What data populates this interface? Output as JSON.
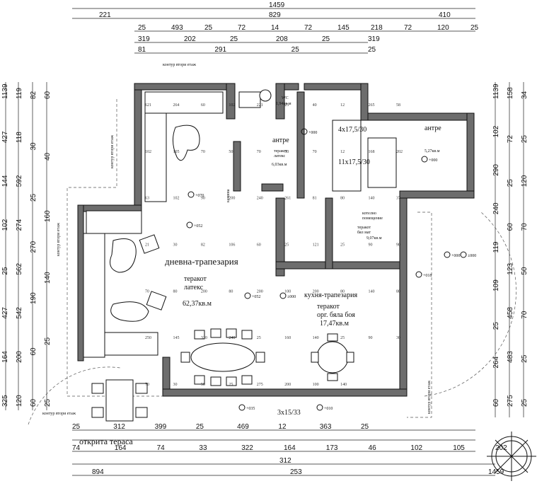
{
  "rooms": {
    "living": "дневна-трапезария",
    "living_floor": "теракот\nлатекс",
    "living_area": "62,37кв.м",
    "kitchen": "кухня-трапезария",
    "kitchen_floor": "теракот\nорг. бяла боя",
    "kitchen_area": "17,47кв.м",
    "antre_1": "антре",
    "antre_1_floor": "теракот\nлатекс",
    "antre_1_area": "6,03кв.м",
    "antre_2": "антре",
    "antre_2_area": "5,27кв.м",
    "wc": "WC",
    "wc_area": "1,94кв.м",
    "boiler": "котелно\nпомещение",
    "boiler_floor": "теракот\nбял мат",
    "boiler_area": "9,07кв.м",
    "kamina": "камина",
    "terrace": "открита тераса"
  },
  "notes": {
    "upper_floor_contour": "контур втори етаж"
  },
  "levels": [
    "+000",
    "+070",
    "+052",
    "+052",
    "±000",
    "+000",
    "±000",
    "+000",
    "+018",
    "+035",
    "+010"
  ],
  "stairs": [
    "4x17,5/30",
    "11x17,5/30",
    "3x15/33"
  ],
  "dims_top": [
    "1459",
    "221",
    "829",
    "410",
    "25",
    "493",
    "25",
    "72",
    "14",
    "72",
    "145",
    "218",
    "72",
    "120",
    "25",
    "319",
    "202",
    "25",
    "208",
    "25",
    "319",
    "81",
    "291",
    "25",
    "25"
  ],
  "dims_bottom": [
    "25",
    "312",
    "399",
    "25",
    "469",
    "12",
    "363",
    "25",
    "74",
    "164",
    "74",
    "33",
    "322",
    "164",
    "173",
    "46",
    "102",
    "105",
    "202",
    "312",
    "894",
    "253",
    "1459"
  ],
  "dims_left": [
    "1139",
    "427",
    "144",
    "102",
    "25",
    "427",
    "164",
    "325",
    "119",
    "118",
    "592",
    "274",
    "562",
    "542",
    "200",
    "120",
    "82",
    "30",
    "25",
    "270",
    "190",
    "60",
    "60",
    "60",
    "40",
    "160",
    "140",
    "25",
    "25"
  ],
  "dims_right": [
    "1139",
    "102",
    "290",
    "240",
    "119",
    "109",
    "25",
    "264",
    "60",
    "158",
    "72",
    "25",
    "60",
    "123",
    "458",
    "483",
    "275",
    "34",
    "25",
    "120",
    "70",
    "50",
    "70",
    "25",
    "25"
  ],
  "dims_interior": [
    "621",
    "264",
    "60",
    "102",
    "221",
    "25",
    "40",
    "12",
    "265",
    "58",
    "102",
    "105",
    "70",
    "50",
    "70",
    "50",
    "70",
    "12",
    "168",
    "202",
    "63",
    "102",
    "90",
    "200",
    "240",
    "261",
    "81",
    "80",
    "140",
    "37",
    "21",
    "30",
    "82",
    "106",
    "60",
    "25",
    "121",
    "25",
    "90",
    "90",
    "70",
    "80",
    "200",
    "80",
    "200",
    "100",
    "200",
    "80",
    "140",
    "80",
    "250",
    "145",
    "320",
    "240",
    "25",
    "160",
    "140",
    "25",
    "90",
    "30",
    "70",
    "30",
    "50",
    "25",
    "275",
    "200",
    "100",
    "140"
  ]
}
